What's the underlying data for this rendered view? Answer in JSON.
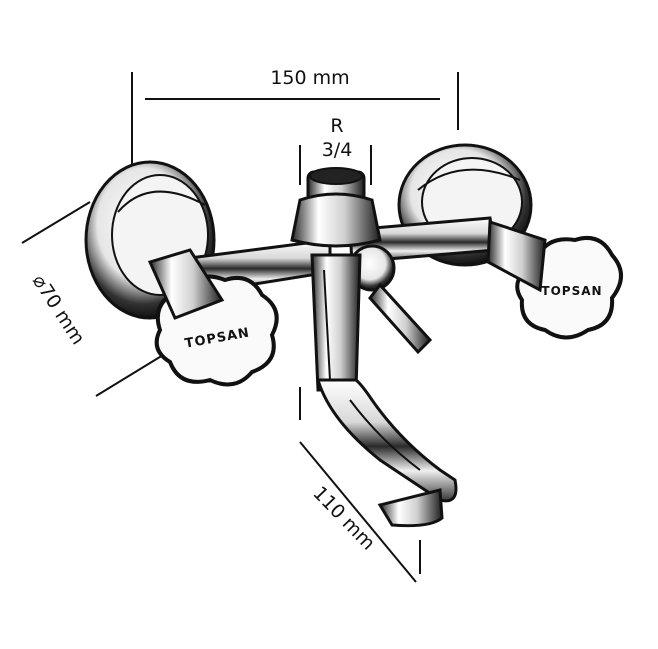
{
  "dimensions": {
    "width_label": "150 mm",
    "thread_label_top": "R",
    "thread_label_bottom": "3/4",
    "diameter_label": "⌀70 mm",
    "depth_label": "110 mm"
  },
  "handles": {
    "left_brand": "TOPSAN",
    "right_brand": "TOPSAN"
  },
  "colors": {
    "line": "#111111",
    "chrome_light": "#ffffff",
    "chrome_dark": "#1a1a1a"
  }
}
